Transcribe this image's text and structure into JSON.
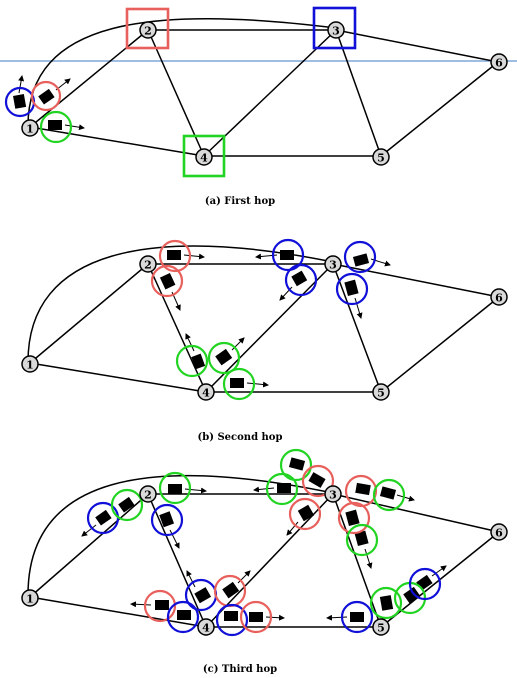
{
  "nodes": {
    "n1": "1",
    "n2": "2",
    "n3": "3",
    "n4": "4",
    "n5": "5",
    "n6": "6"
  },
  "captions": {
    "first": "(a) First hop",
    "second": "(b) Second hop",
    "third": "(c) Third hop"
  },
  "colors": {
    "red": "#e8605c",
    "blue": "#1010d8",
    "green": "#22d422",
    "node_fill": "#d9d9d9",
    "guide_line": "#7fa6d9"
  }
}
